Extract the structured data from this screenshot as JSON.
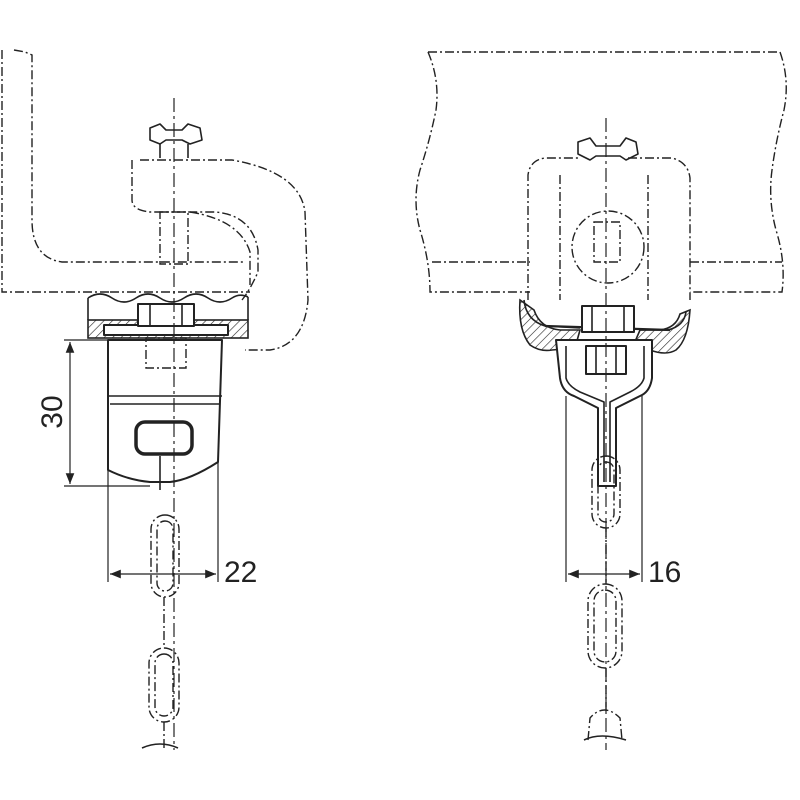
{
  "dimensions": {
    "left_height": "30",
    "left_width": "22",
    "right_width": "16"
  }
}
